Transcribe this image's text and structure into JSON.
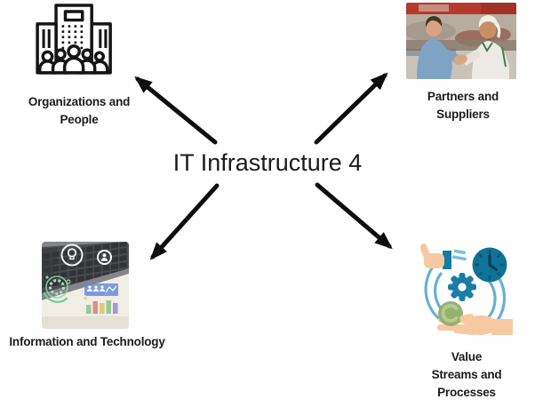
{
  "title": "IT Infrastructure 4",
  "nodes": {
    "org": {
      "line1": "Organizations and",
      "line2": "People"
    },
    "partners": {
      "line1": "Partners and",
      "line2": "Suppliers"
    },
    "info": {
      "line1": "Information and Technology"
    },
    "value": {
      "line1": "Value",
      "line2": "Streams and",
      "line3": "Processes"
    }
  },
  "icons": {
    "org": "organization-building-people-icon",
    "partners": "handshake-photo",
    "info": "keyboard-hologram-photo",
    "value": "value-cycle-illustration"
  },
  "colors": {
    "arrow": "#0e0e0e",
    "title_text": "#1a1a1a",
    "label_text": "#1c1c1c",
    "icon_stroke": "#151515",
    "skin": "#f7c9a2",
    "teal_dark": "#0f7499",
    "teal_mid": "#1b7ca6",
    "teal_cuff": "#157ea3",
    "blue_light": "#66b1d4",
    "blue_pale": "#7cc0de",
    "green_ball": "#92b26d",
    "green_ball_light": "#b7c996",
    "photo_bg": "#c9c2b8",
    "red_band": "#b5392c",
    "shirt_blue": "#7fa3c4",
    "apron_white": "#edeae6",
    "trim_green": "#3e7d4e",
    "face_skin": "#d7a483",
    "face_skin_tan": "#c79066",
    "hair_brown": "#463626",
    "cap_white": "#f2efe9",
    "kb_light": "#e9e5dd",
    "kb_gray": "#83858a",
    "kb_dark": "#4a4c50",
    "key_dark": "#303236",
    "kb_cream": "#f0ede5",
    "holo_white": "#fbfbfb",
    "holo_green": "#8fd4a6",
    "holo_blue": "#6488d8",
    "bar_green": "#8cc98c",
    "bar_red": "#e08484",
    "bar_yellow": "#e5c765",
    "bar_purple": "#a98ad4",
    "flame_yellow": "#f0d060"
  }
}
